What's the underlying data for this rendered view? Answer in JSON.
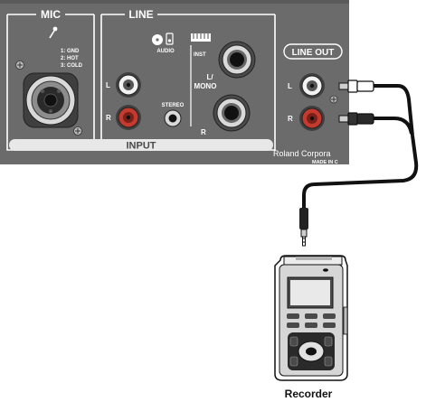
{
  "panel": {
    "mic_title": "MIC",
    "pin_1": "1: GND",
    "pin_2": "2: HOT",
    "pin_3": "3: COLD",
    "line_title": "LINE",
    "audio_label": "AUDIO",
    "inst_label": "INST",
    "mono_label_l": "L/",
    "mono_label": "MONO",
    "stereo_label": "STEREO",
    "l_label": "L",
    "r_label": "R",
    "line_r_label": "R",
    "input_bar": "INPUT",
    "line_out_title": "LINE OUT",
    "out_l": "L",
    "out_r": "R",
    "brand": "Roland Corpora",
    "made_in": "MADE IN C"
  },
  "device": {
    "label": "Recorder"
  },
  "colors": {
    "panel": "#6b6b6b",
    "panel_dark": "#4a4a4a",
    "socket_red": "#c43a2f",
    "cable": "#111111"
  }
}
